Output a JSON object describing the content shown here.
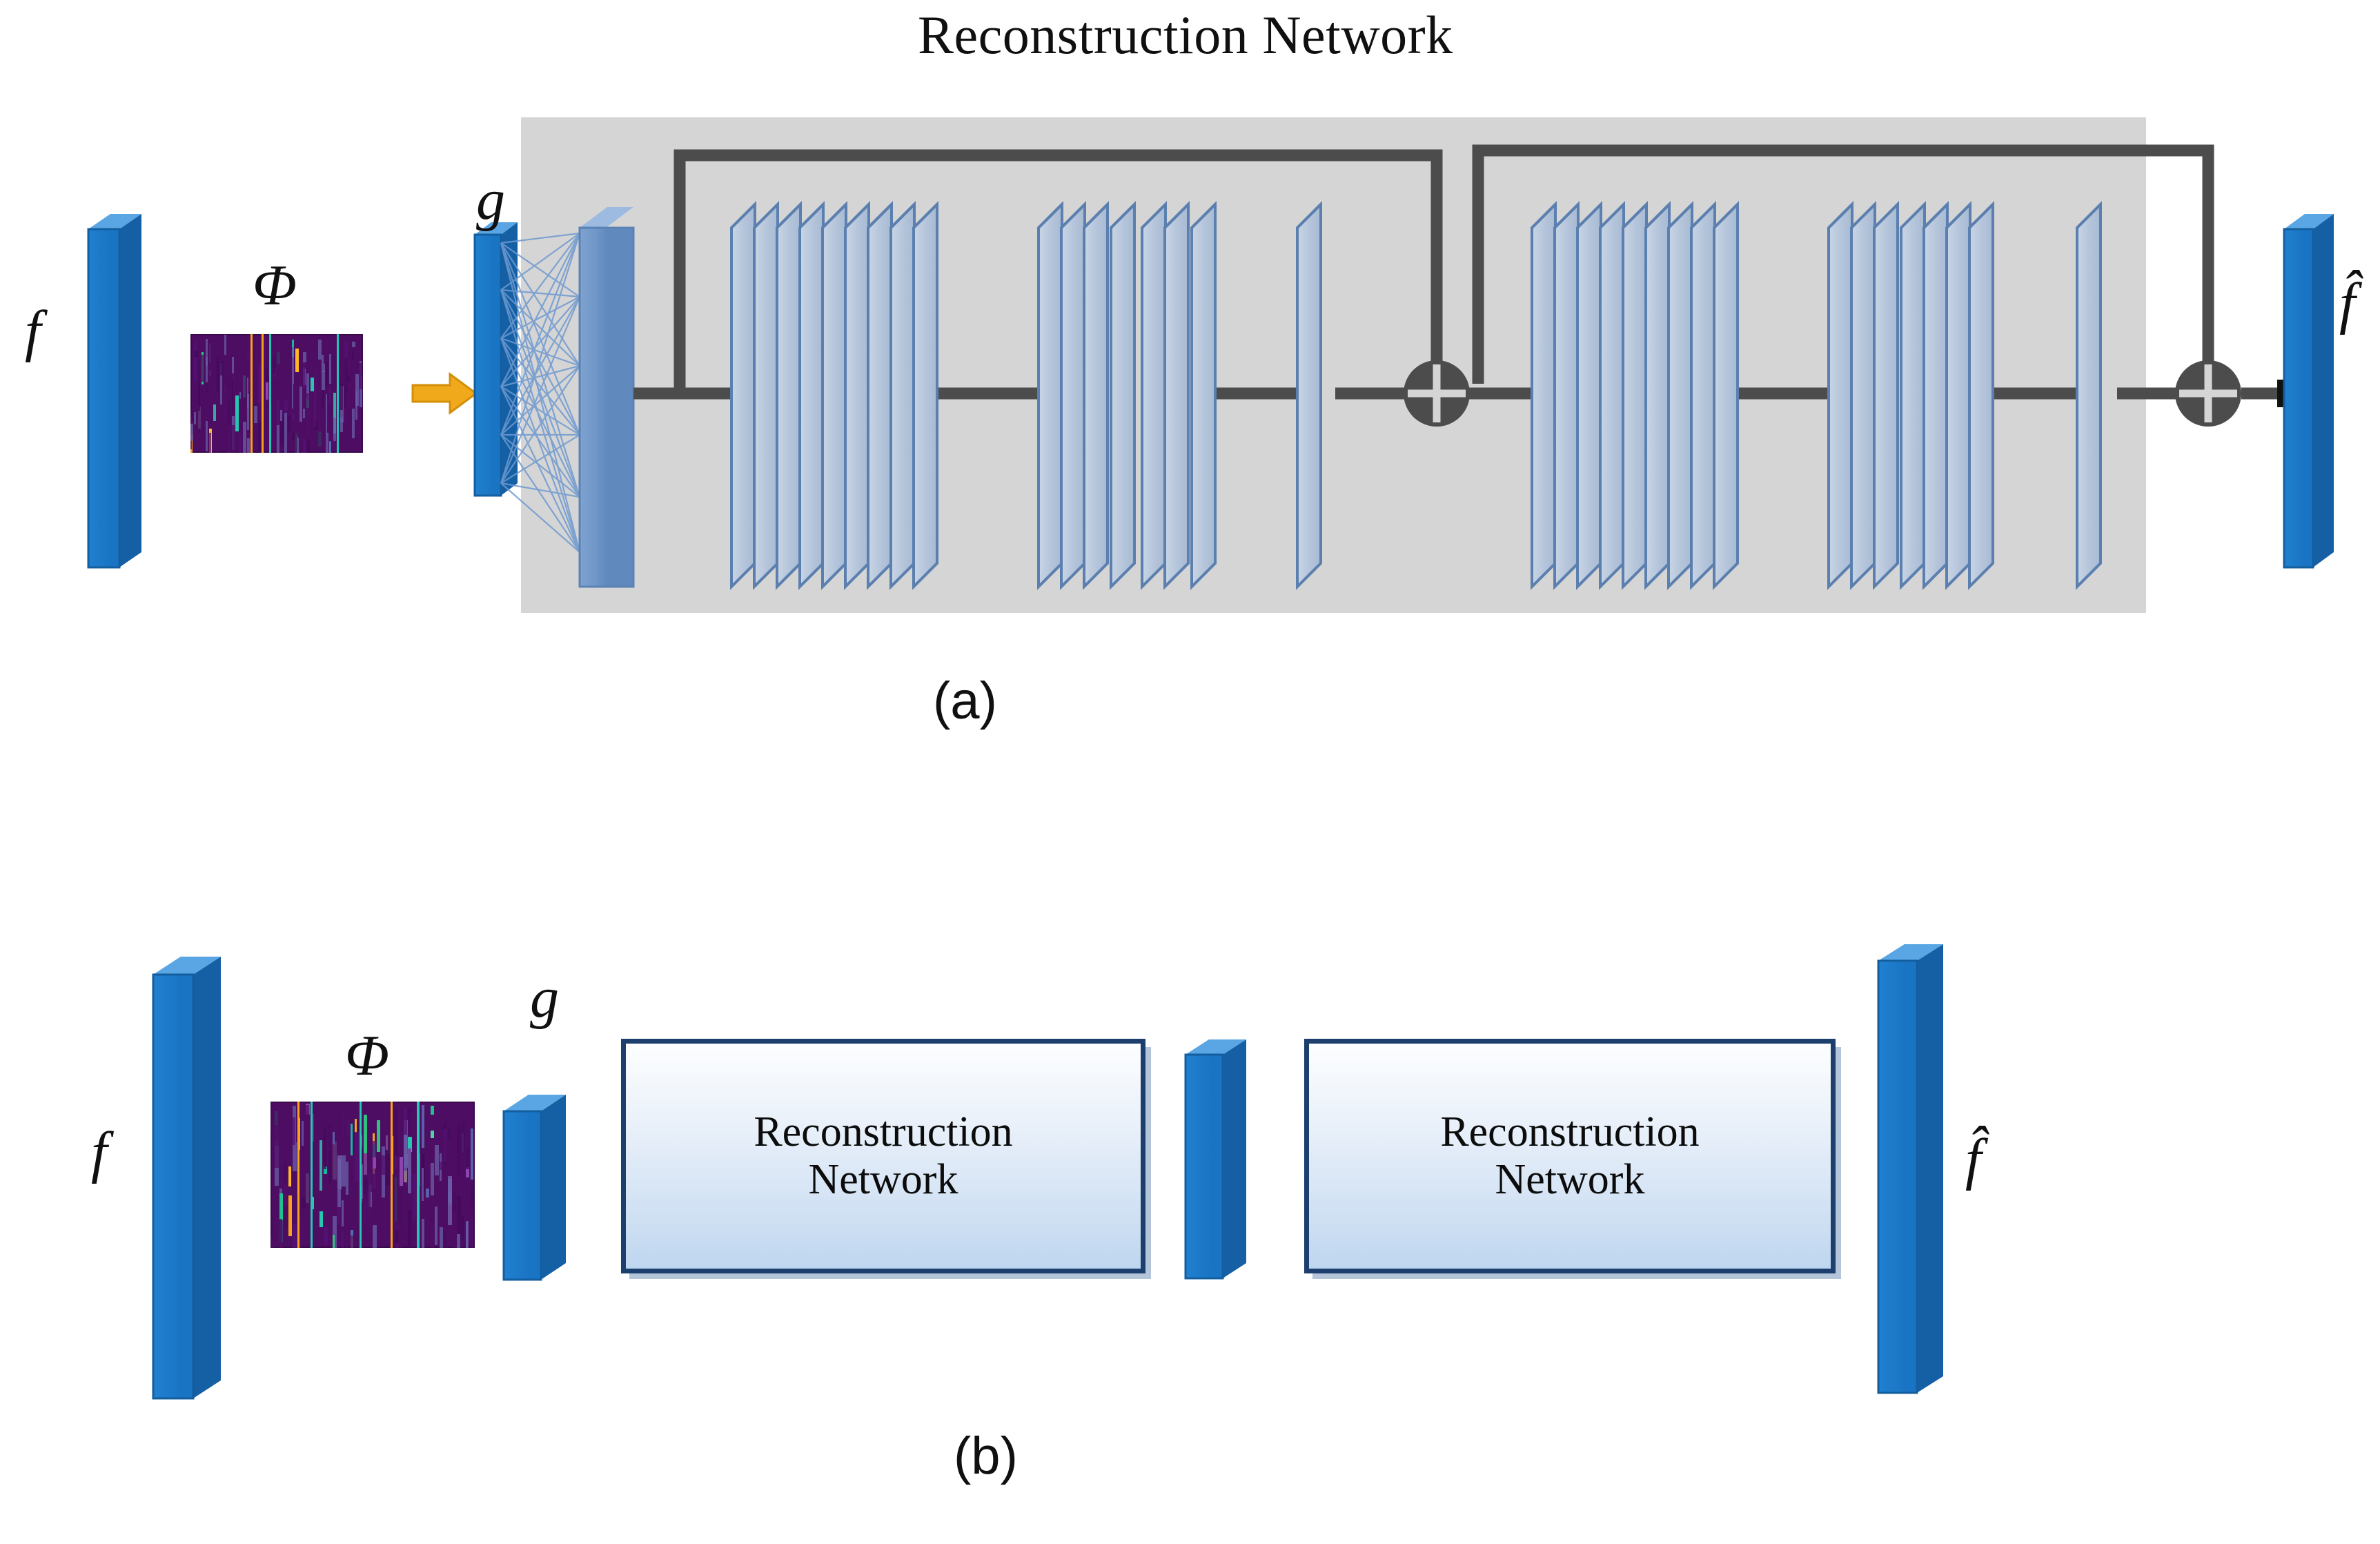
{
  "figure": {
    "panels": [
      {
        "id": "a",
        "caption": "(a)",
        "title": "Reconstruction Network",
        "labels": {
          "input": "f",
          "sensing_matrix": "Φ",
          "measurement": "g",
          "output": "f̂"
        },
        "elements": {
          "input_bar": "3d-blue-bar",
          "phi_matrix": "heatmap-sensing-matrix",
          "arrow": "orange-right-arrow",
          "measurement_bar": "3d-blue-bar",
          "fully_connected": "fc-fan-connections",
          "initial_reconstruction_layer": "wide-blue-slab",
          "add_nodes": [
            "⊕",
            "⊕"
          ],
          "output_bar": "3d-blue-bar"
        },
        "conv_stacks": [
          {
            "name": "conv-stack-1",
            "layers": 9
          },
          {
            "name": "conv-stack-2",
            "layers": 7
          },
          {
            "name": "conv-single-1",
            "layers": 1
          },
          {
            "name": "conv-stack-3",
            "layers": 9
          },
          {
            "name": "conv-stack-4",
            "layers": 7
          },
          {
            "name": "conv-single-2",
            "layers": 1
          }
        ],
        "residual_blocks": 2,
        "skip_connections": 2
      },
      {
        "id": "b",
        "caption": "(b)",
        "labels": {
          "input": "f",
          "sensing_matrix": "Φ",
          "measurement": "g",
          "output": "f̂"
        },
        "blocks": [
          {
            "label_line1": "Reconstruction",
            "label_line2": "Network"
          },
          {
            "label_line1": "Reconstruction",
            "label_line2": "Network"
          }
        ],
        "intermediate_bar": "3d-blue-bar"
      }
    ]
  },
  "colors": {
    "panel_background": "#d5d5d5",
    "bar_blue_face": "#1a74c4",
    "bar_blue_top": "#3f92d8",
    "bar_blue_side": "#1560a5",
    "conv_layer_fill": "#b7c6da",
    "conv_layer_stroke": "#5b7fae",
    "connector_gray": "#4c4c4c",
    "arrow_orange": "#f0a91b",
    "box_border": "#1c3f6e",
    "phi_background": "#4c0d63",
    "slab_blue": "#6f96c8"
  }
}
